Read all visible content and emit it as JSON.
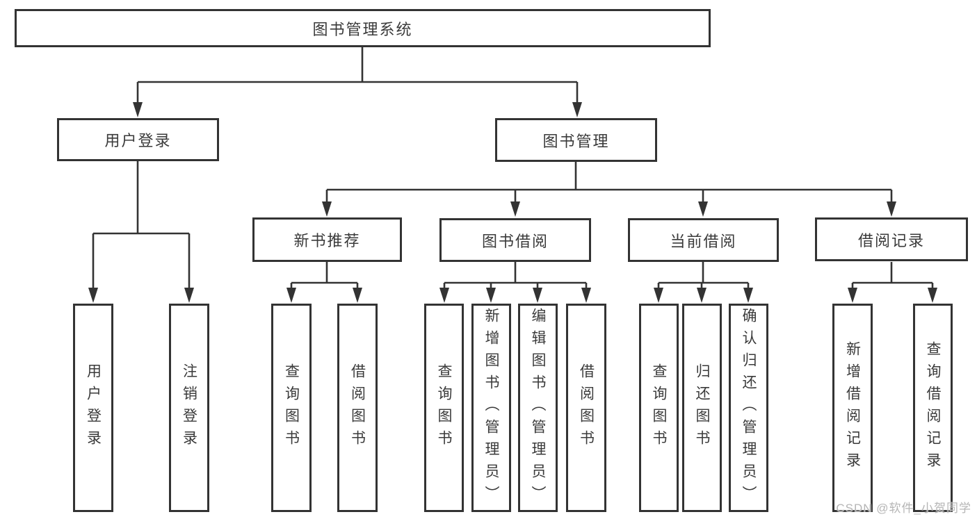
{
  "tree": {
    "root": {
      "label": "图书管理系统",
      "children": [
        {
          "label": "用户登录",
          "children": [
            {
              "label": "用户登录"
            },
            {
              "label": "注销登录"
            }
          ]
        },
        {
          "label": "图书管理",
          "children": [
            {
              "label": "新书推荐",
              "children": [
                {
                  "label": "查询图书"
                },
                {
                  "label": "借阅图书"
                }
              ]
            },
            {
              "label": "图书借阅",
              "children": [
                {
                  "label": "查询图书"
                },
                {
                  "label": "新增图书（管理员）"
                },
                {
                  "label": "编辑图书（管理员）"
                },
                {
                  "label": "借阅图书"
                }
              ]
            },
            {
              "label": "当前借阅",
              "children": [
                {
                  "label": "查询图书"
                },
                {
                  "label": "归还图书"
                },
                {
                  "label": "确认归还（管理员）"
                }
              ]
            },
            {
              "label": "借阅记录",
              "children": [
                {
                  "label": "新增借阅记录"
                },
                {
                  "label": "查询借阅记录"
                }
              ]
            }
          ]
        }
      ]
    }
  },
  "watermark": {
    "text": "CSDN @软件_小贺同学"
  },
  "colors": {
    "line": "#333333",
    "box_border": "#333333",
    "text": "#3a3a3a",
    "watermark": "#b5b5b5",
    "background": "#ffffff"
  }
}
